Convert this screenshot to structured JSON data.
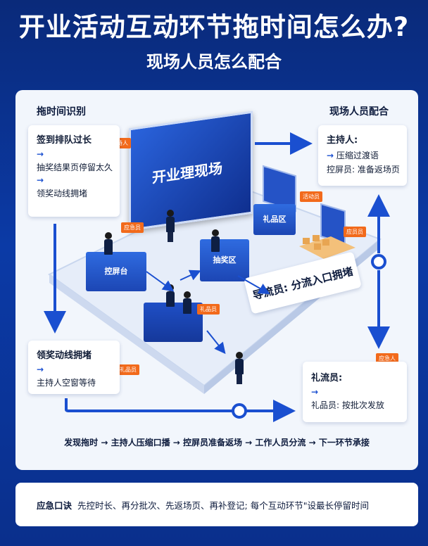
{
  "header": {
    "title": "开业活动互动环节拖时间怎么办?",
    "subtitle": "现场人员怎么配合"
  },
  "left": {
    "heading": "拖时间识别",
    "card1": {
      "title": "签到排队过长",
      "arrow1": "→",
      "item1": "抽奖结果页停留太久",
      "arrow2": "→",
      "item2": "领奖动线拥堵"
    },
    "card2": {
      "title": "领奖动线拥堵",
      "arrow": "→",
      "item": "主持人空窗等待"
    }
  },
  "right": {
    "heading": "现场人员配合",
    "card1": {
      "title": "主持人:",
      "line1_arrow": "→",
      "line1": "压缩过渡语",
      "line2": "控屏员: 准备返场页"
    },
    "card2": {
      "title": "礼流员:",
      "arrow": "→",
      "line": "礼品员: 按批次发放"
    }
  },
  "scene": {
    "screen_title": "开业理现场",
    "desk_control": "控屏台",
    "desk_lottery": "抽奖区",
    "desk_gift": "礼品区",
    "guide_text": "导流员: 分流入口拥堵",
    "tags": {
      "host": "主持人",
      "a": "应急员",
      "b": "活动员",
      "c": "礼品员",
      "d": "应员员",
      "e": "应急人",
      "f": "礼品员"
    }
  },
  "flow_text": "发现拖时 → 主持人压缩口播 → 控屏员准备返场 → 工作人员分流 → 下一环节承接",
  "bottom": {
    "label": "应急口诀",
    "text": "先控时长、再分批次、先返场页、再补登记; 每个互动环节\"设最长停留时间"
  },
  "colors": {
    "background": "#0b3aa6",
    "accent": "#1a4fd0",
    "tag": "#f26a1b"
  }
}
